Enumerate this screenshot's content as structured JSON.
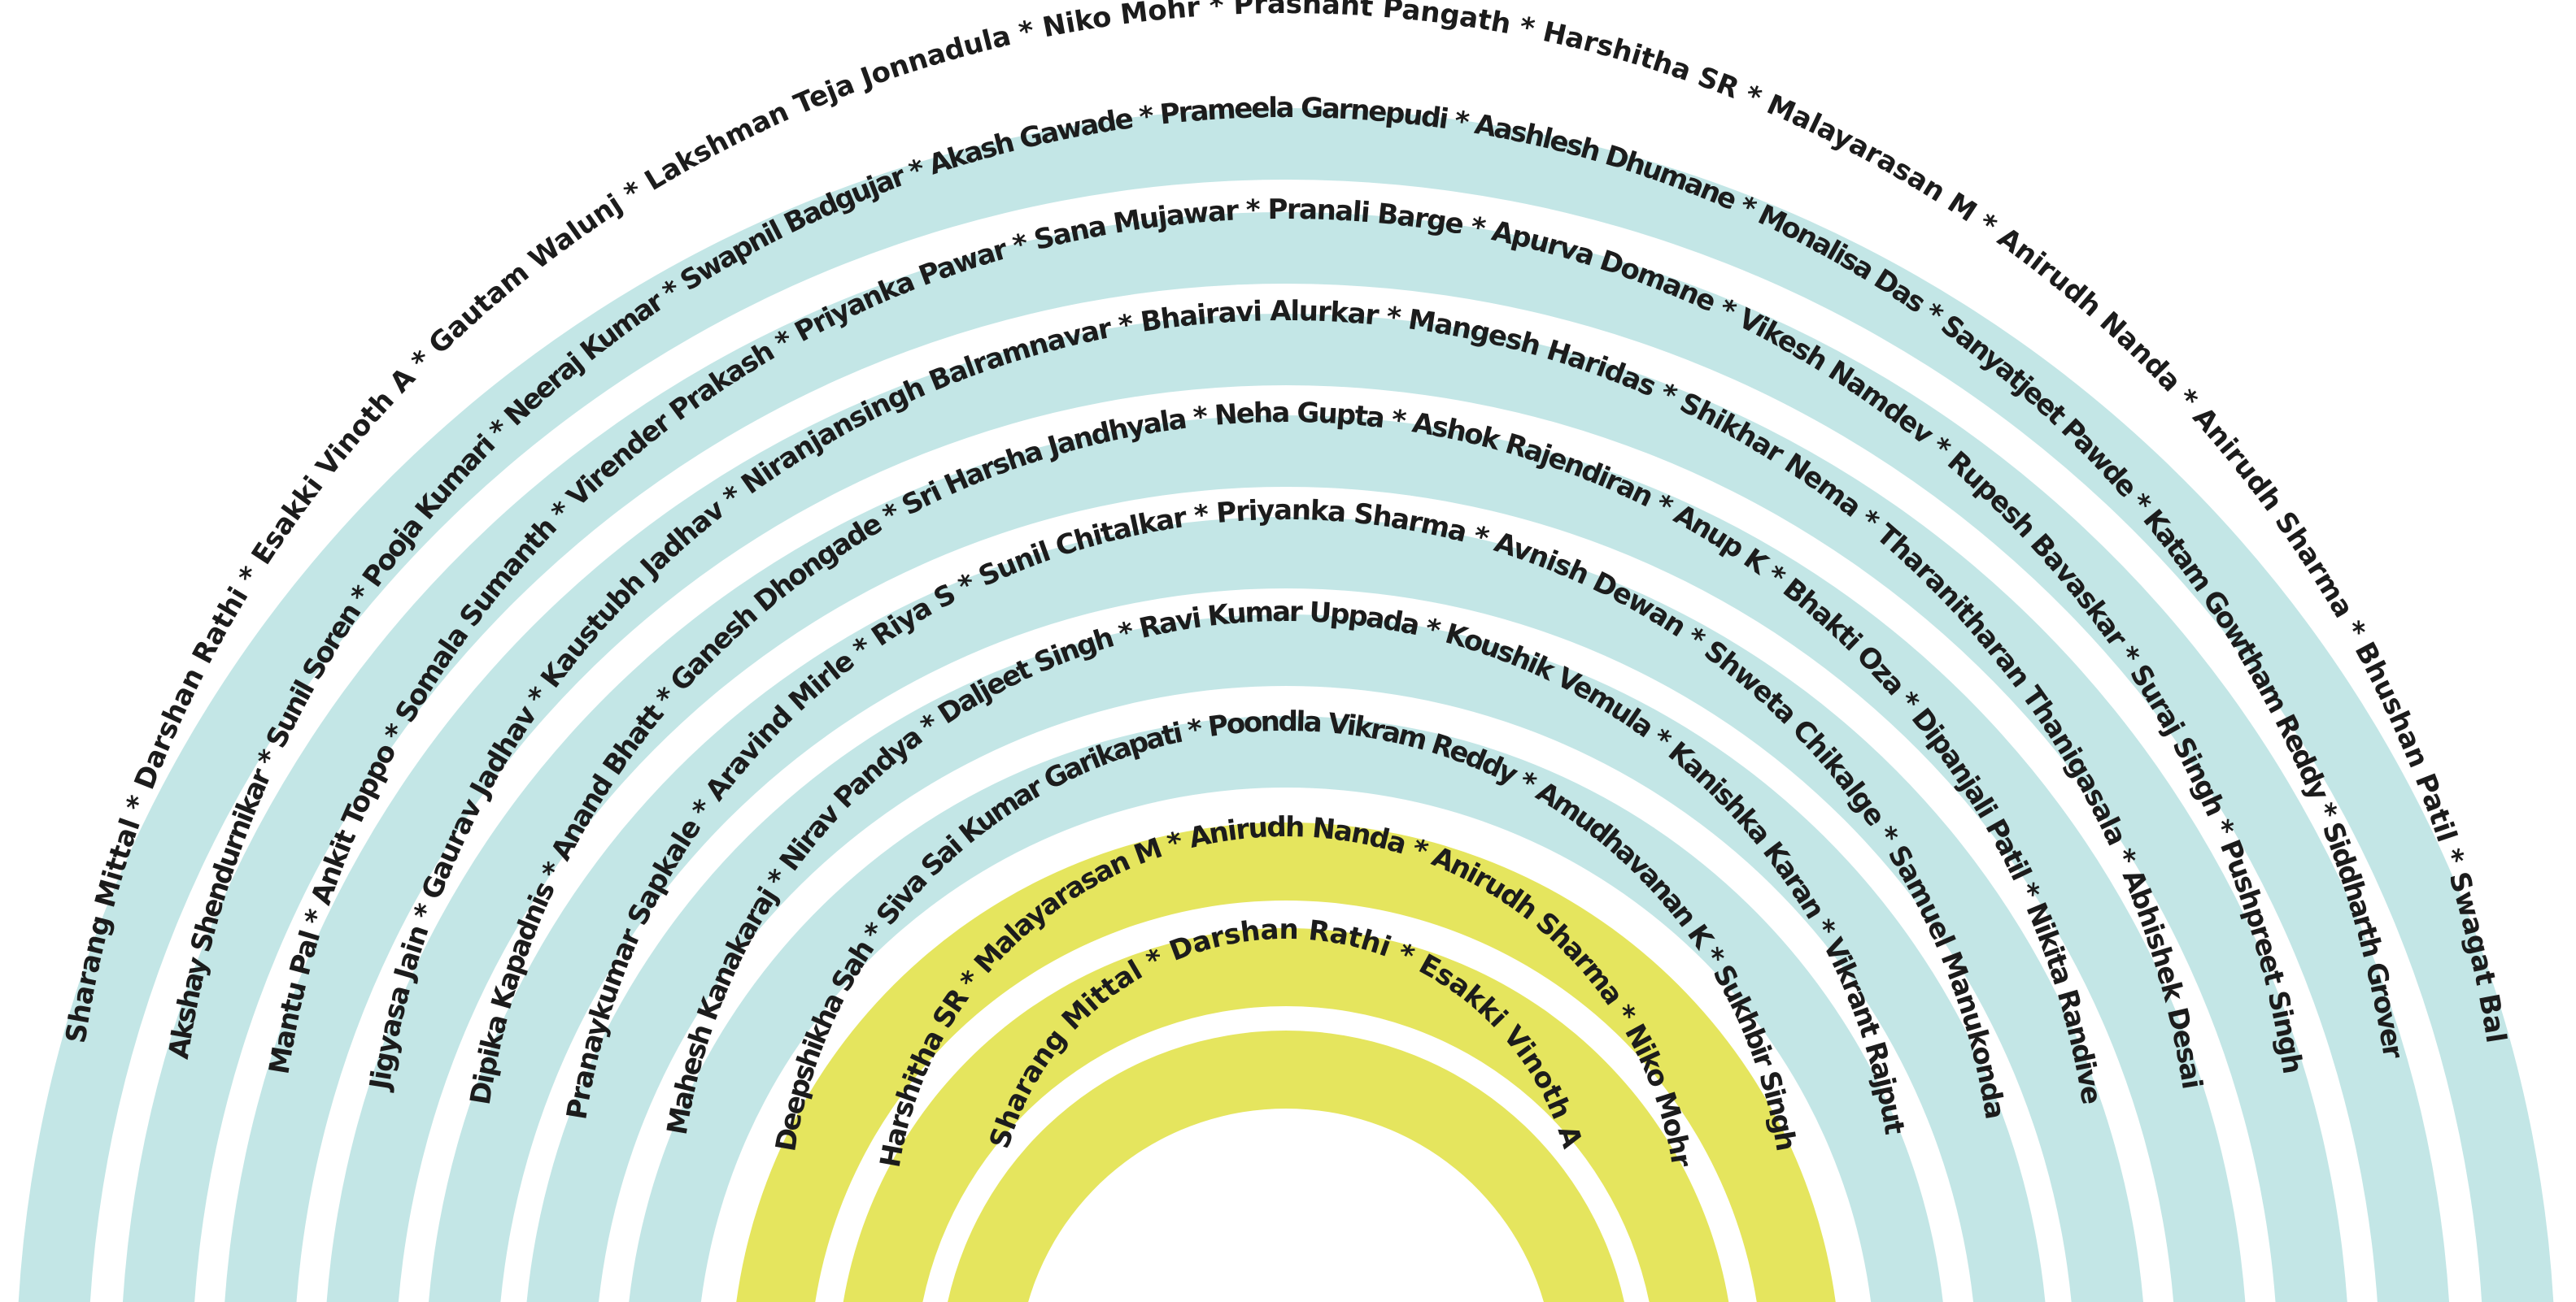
{
  "colors": {
    "outer_band": "#c3e6e6",
    "inner_band": "#e5e55e",
    "text": "#1c1c1c",
    "background": "#ffffff"
  },
  "separator": "*",
  "arcs": [
    {
      "tone": "outer",
      "names": [
        "Sharang Mittal",
        "Darshan Rathi",
        "Esakki Vinoth A",
        "Gautam Walunj",
        "Lakshman Teja Jonnadula",
        "Niko Mohr",
        "Prashant Pangath",
        "Harshitha SR",
        "Malayarasan M",
        "Anirudh Nanda",
        "Anirudh Sharma",
        "Bhushan Patil",
        "Swagat Bal"
      ]
    },
    {
      "tone": "outer",
      "names": [
        "Akshay Shendurnikar",
        "Sunil Soren",
        "Pooja Kumari",
        "Neeraj Kumar",
        "Swapnil Badgujar",
        "Akash Gawade",
        "Prameela Garnepudi",
        "Aashlesh Dhumane",
        "Monalisa Das",
        "Sanyatjeet Pawde",
        "Katam Gowtham Reddy",
        "Siddharth Grover"
      ]
    },
    {
      "tone": "outer",
      "names": [
        "Mantu Pal",
        "Ankit Toppo",
        "Somala Sumanth",
        "Virender Prakash",
        "Priyanka Pawar",
        "Sana Mujawar",
        "Pranali Barge",
        "Apurva Domane",
        "Vikesh Namdev",
        "Rupesh Bavaskar",
        "Suraj Singh",
        "Pushpreet Singh"
      ]
    },
    {
      "tone": "outer",
      "names": [
        "Jigyasa Jain",
        "Gaurav Jadhav",
        "Kaustubh Jadhav",
        "Niranjansingh Balramnavar",
        "Bhairavi Alurkar",
        "Mangesh Haridas",
        "Shikhar Nema",
        "Tharanitharan Thanigasala",
        "Abhishek Desai"
      ]
    },
    {
      "tone": "outer",
      "names": [
        "Dipika Kapadnis",
        "Anand Bhatt",
        "Ganesh Dhongade",
        "Sri Harsha Jandhyala",
        "Neha Gupta",
        "Ashok Rajendiran",
        "Anup K",
        "Bhakti Oza",
        "Dipanjali Patil",
        "Nikita Randive"
      ]
    },
    {
      "tone": "outer",
      "names": [
        "Pranaykumar Sapkale",
        "Aravind Mirle",
        "Riya S",
        "Sunil Chitalkar",
        "Priyanka Sharma",
        "Avnish Dewan",
        "Shweta Chikalge",
        "Samuel Manukonda"
      ]
    },
    {
      "tone": "outer",
      "names": [
        "Mahesh Kanakaraj",
        "Nirav Pandya",
        "Daljeet Singh",
        "Ravi Kumar Uppada",
        "Koushik Vemula",
        "Kanishka Karan",
        "Vikrant Rajput"
      ]
    },
    {
      "tone": "inner",
      "names": [
        "Deepshikha Sah",
        "Siva Sai Kumar Garikapati",
        "Poondla Vikram Reddy",
        "Amudhavanan K",
        "Sukhbir Singh"
      ]
    },
    {
      "tone": "inner",
      "names": [
        "Harshitha SR",
        "Malayarasan M",
        "Anirudh Nanda",
        "Anirudh Sharma",
        "Niko Mohr"
      ]
    },
    {
      "tone": "inner",
      "names": [
        "Sharang Mittal",
        "Darshan Rathi",
        "Esakki Vinoth A"
      ]
    }
  ]
}
